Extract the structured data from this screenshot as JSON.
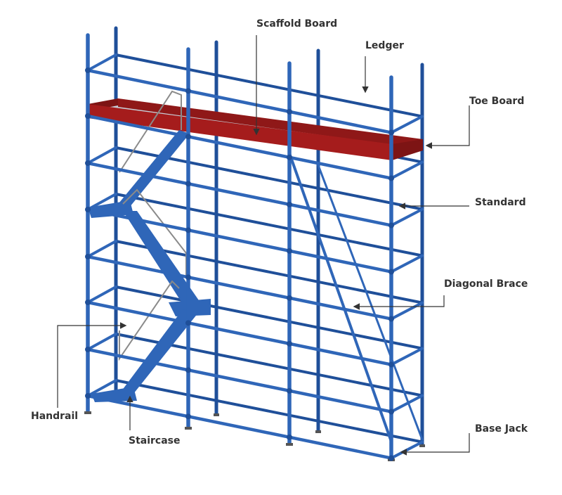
{
  "colors": {
    "tube": "#2f66b8",
    "tube_dark": "#1f4f99",
    "toe_board": "#a51c1c",
    "board": "#c7cdd6",
    "handrail": "#8a8a8a",
    "leader": "#333333"
  },
  "labels": {
    "scaffold_board": "Scaffold Board",
    "ledger": "Ledger",
    "toe_board": "Toe Board",
    "standard": "Standard",
    "diagonal_brace": "Diagonal Brace",
    "handrail": "Handrail",
    "staircase": "Staircase",
    "base_jack": "Base Jack"
  }
}
